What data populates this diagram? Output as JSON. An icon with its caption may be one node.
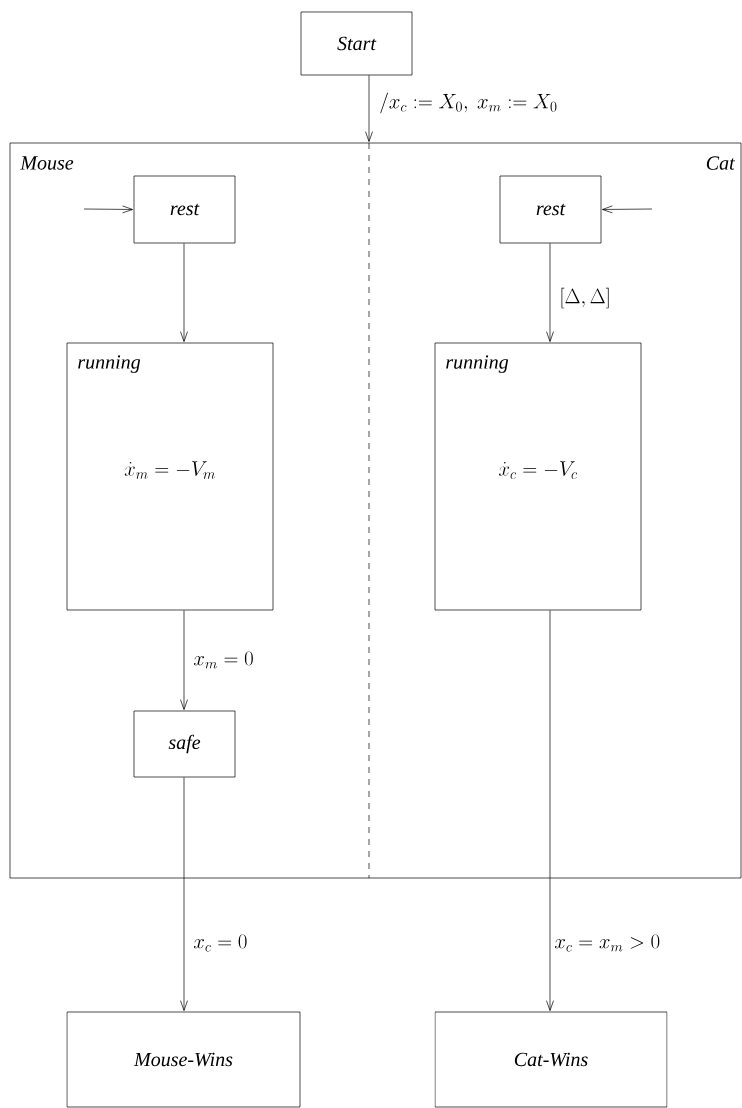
{
  "diagram": {
    "nodes": [
      {
        "text": [
          "Start"
        ]
      },
      {
        "text": [
          "Mouse",
          "Cat"
        ]
      },
      {
        "text": [
          "rest"
        ],
        "in": 1
      },
      {
        "text": [
          "running",
          "\\dot{x}_m = -V_m"
        ],
        "in": 1
      },
      {
        "text": [
          "safe"
        ],
        "in": 1
      },
      {
        "text": [
          "rest"
        ],
        "in": 1
      },
      {
        "text": [
          "running",
          "\\dot{x}_c = -V_c"
        ],
        "in": 1
      },
      {
        "text": [
          "Mouse-Wins"
        ]
      },
      {
        "text": [
          "Cat-Wins"
        ]
      }
    ],
    "edges": [
      {
        "from": 0,
        "to": 1,
        "arrow": "to",
        "label": "/x_c := X_0,\\ x_m := X_0"
      },
      {
        "from": null,
        "to": 2,
        "arrow": "to"
      },
      {
        "from": null,
        "to": 5,
        "arrow": "to"
      },
      {
        "from": 2,
        "to": 3,
        "arrow": "to"
      },
      {
        "from": 5,
        "to": 6,
        "arrow": "to",
        "label": "[\\Delta, \\Delta]"
      },
      {
        "from": 3,
        "to": 4,
        "arrow": "to",
        "label": "x_m = 0"
      },
      {
        "from": 4,
        "to": 7,
        "arrow": "to",
        "label": "x_c = 0"
      },
      {
        "from": 6,
        "to": 8,
        "arrow": "to",
        "label": "x_c = x_m > 0"
      }
    ]
  }
}
